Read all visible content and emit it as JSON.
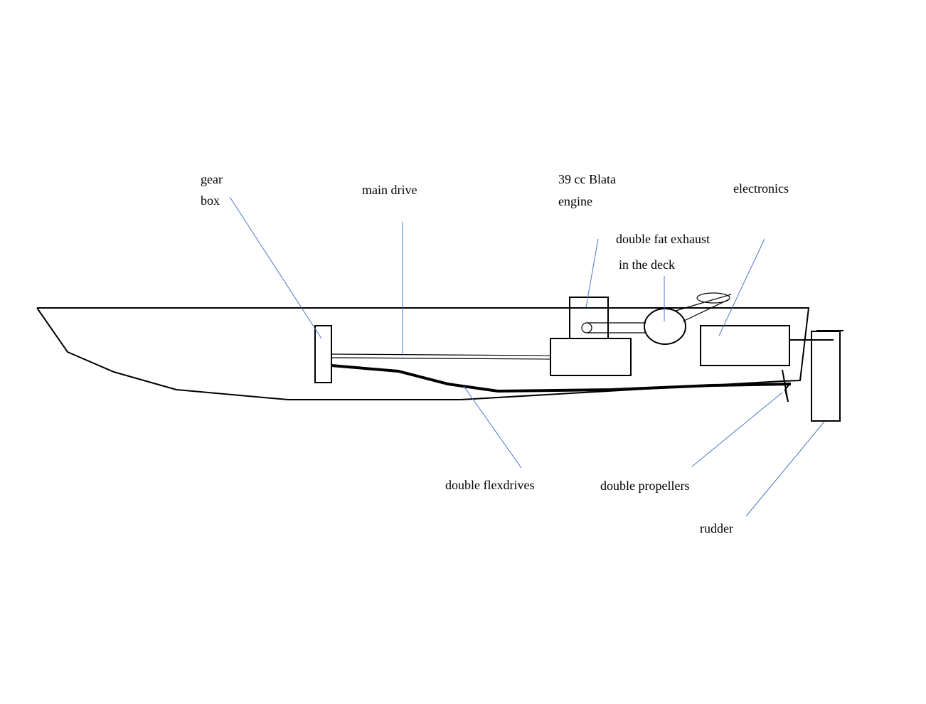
{
  "labels": {
    "gear_box_line1": "gear",
    "gear_box_line2": "box",
    "main_drive": "main drive",
    "engine_line1": "39 cc Blata",
    "engine_line2": "engine",
    "exhaust_line1": "double fat exhaust",
    "exhaust_line2": "in the deck",
    "electronics": "electronics",
    "flexdrives": "double flexdrives",
    "propellers": "double propellers",
    "rudder": "rudder"
  },
  "colors": {
    "outline": "#000000",
    "leader": "#4a74c9",
    "background": "#ffffff"
  }
}
